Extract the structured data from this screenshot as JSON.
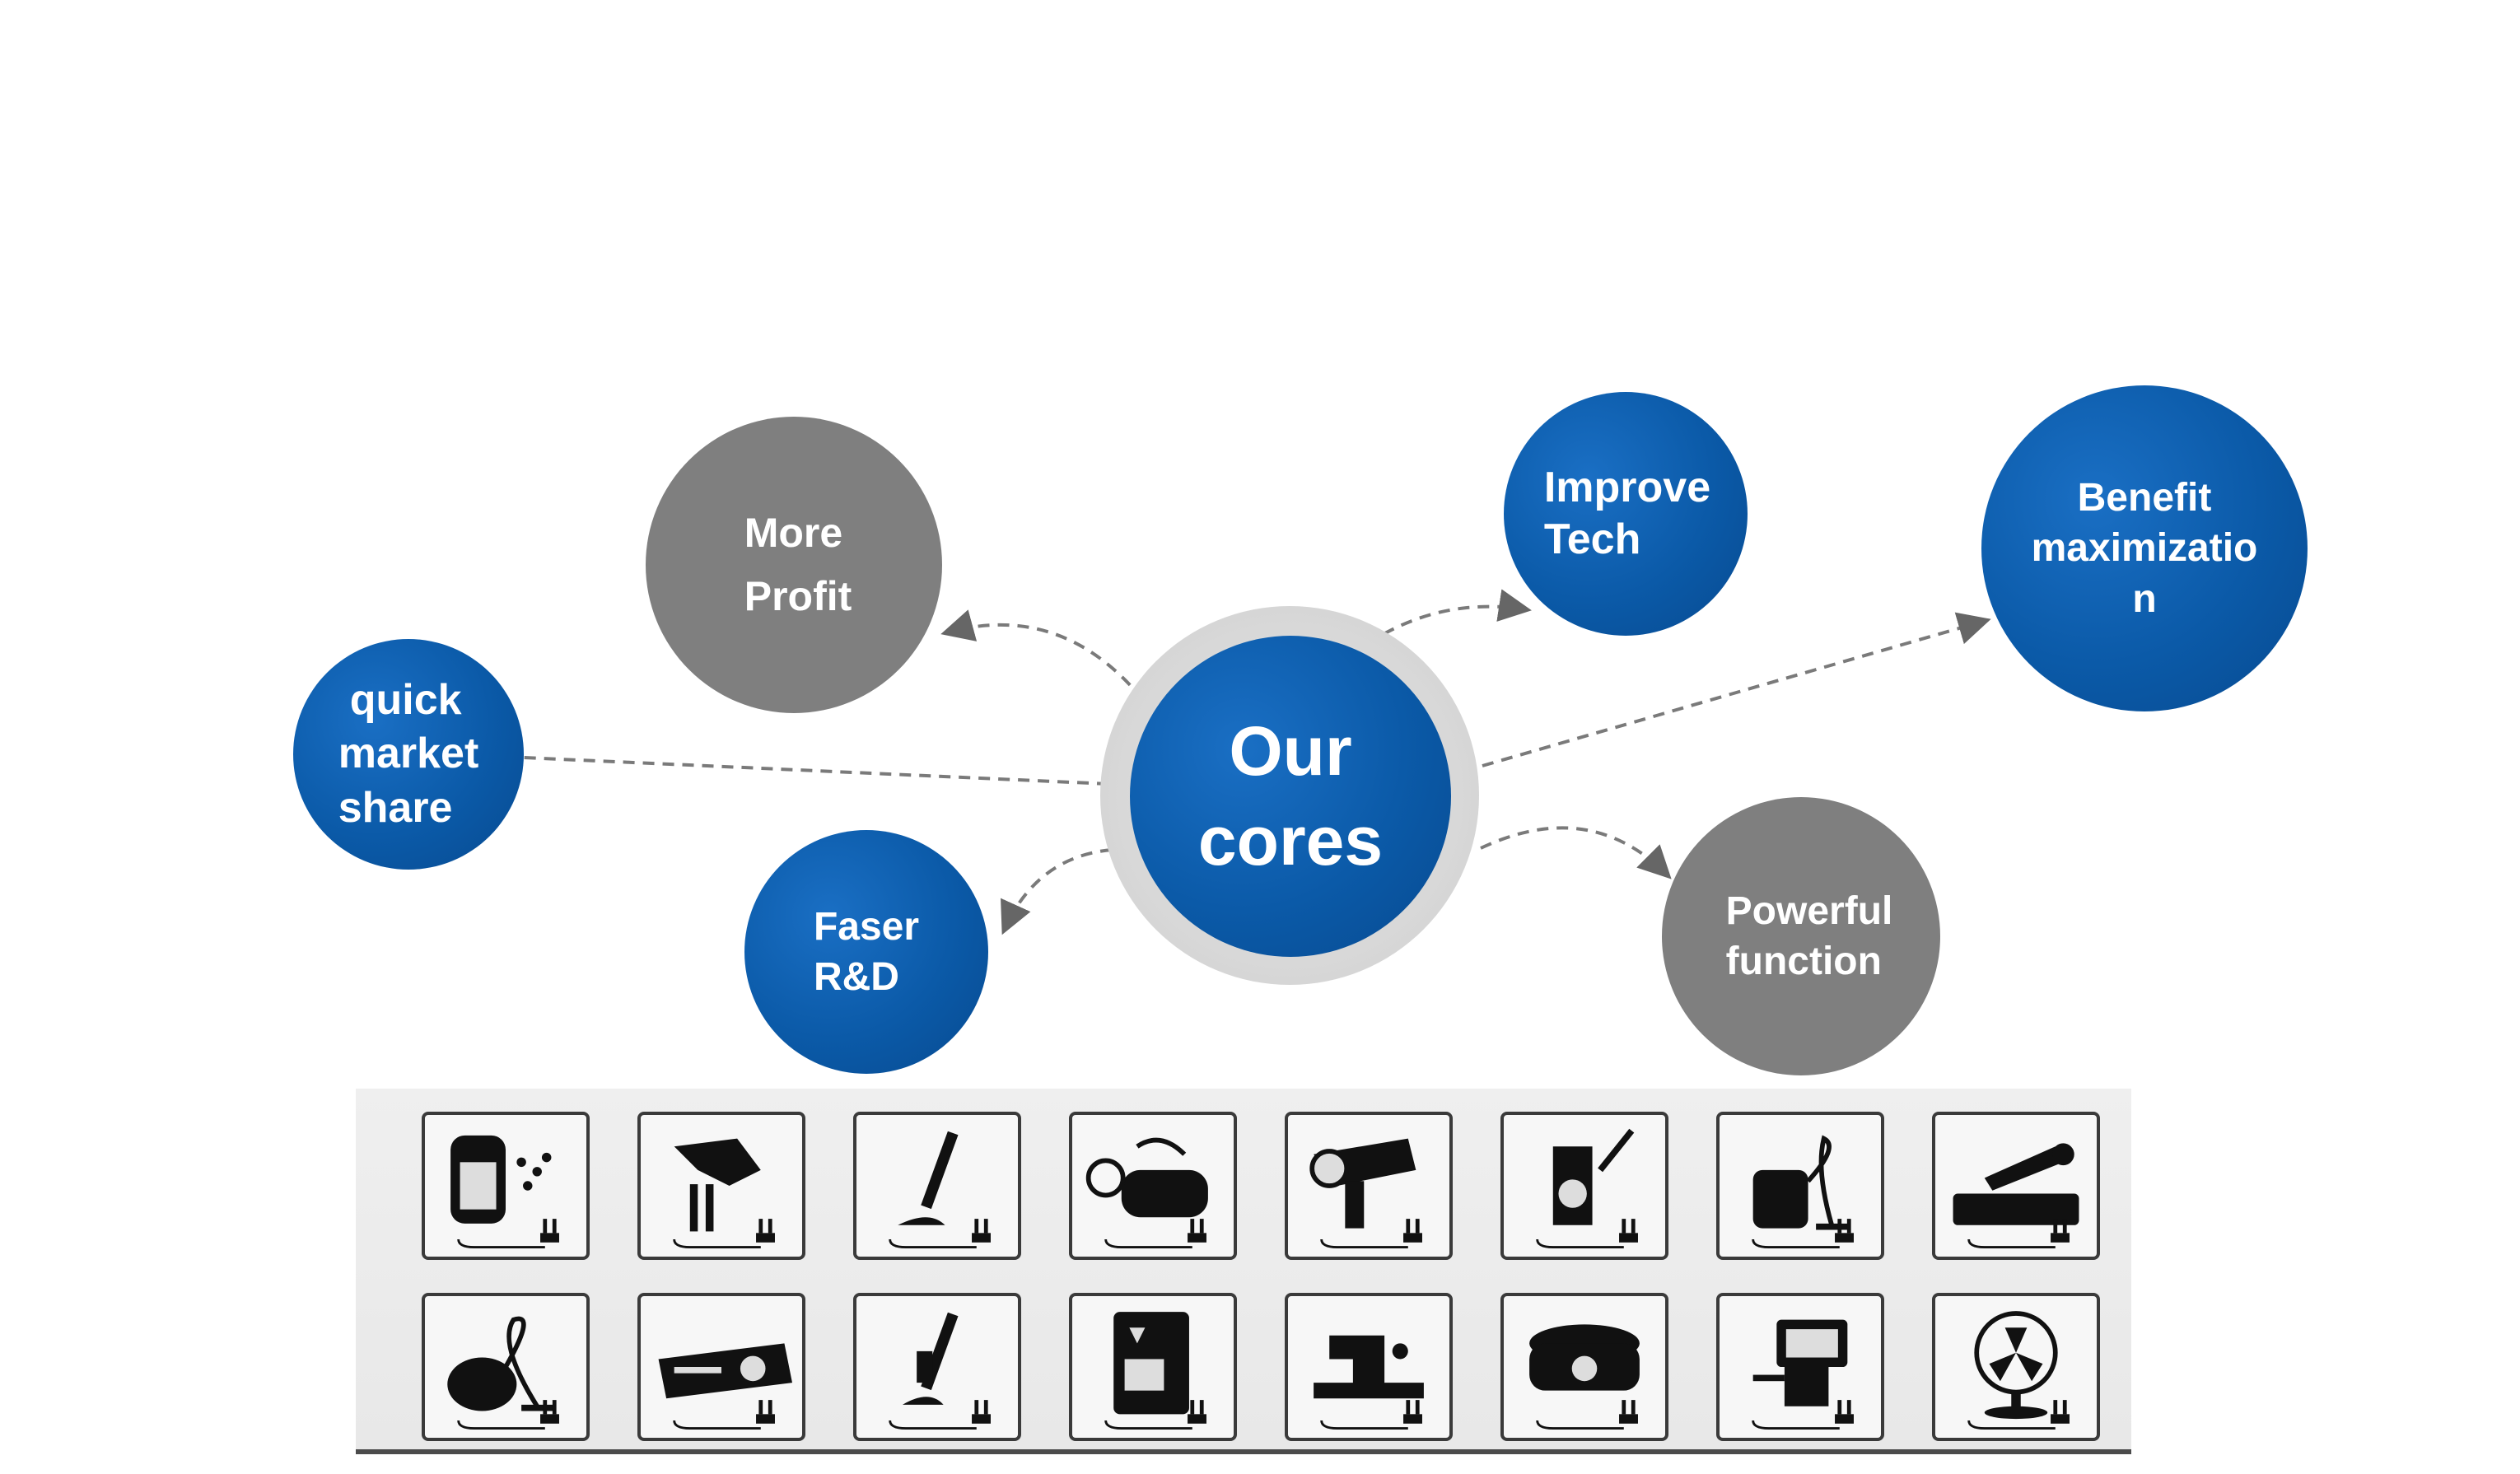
{
  "diagram": {
    "core": {
      "line1": "Our",
      "line2": "cores"
    },
    "nodes": {
      "more_profit": {
        "line1": "More",
        "line2": "Profit",
        "color": "grey"
      },
      "quick_market_share": {
        "line1": "quick",
        "line2": "market",
        "line3": "share",
        "color": "blue"
      },
      "faser_rd": {
        "line1": "Faser",
        "line2": "R&D",
        "color": "blue"
      },
      "improve_tech": {
        "line1": "Improve",
        "line2": "Tech",
        "color": "blue"
      },
      "benefit_maximization": {
        "line1": "Benefit",
        "line2": "maximizatio",
        "line3": "n",
        "color": "blue"
      },
      "powerful_function": {
        "line1": "Powerful",
        "line2": "function",
        "color": "grey"
      }
    },
    "colors": {
      "blue": "#0b5aa8",
      "grey": "#7f7f7f",
      "ring": "#d6d6d6",
      "connector": "#7f7f7f"
    }
  },
  "appliances": {
    "row1": [
      "air-purifier-icon",
      "hand-mixer-icon",
      "steam-mop-icon",
      "steam-iron-station-icon",
      "hair-dryer-icon",
      "handheld-steamer-icon",
      "wet-dry-vacuum-icon",
      "projector-on-stand-icon"
    ],
    "row2": [
      "canister-vacuum-icon",
      "projector-icon",
      "stick-vacuum-icon",
      "water-dispenser-icon",
      "sewing-machine-icon",
      "rice-cooker-icon",
      "medical-cart-icon",
      "desk-fan-icon"
    ]
  }
}
